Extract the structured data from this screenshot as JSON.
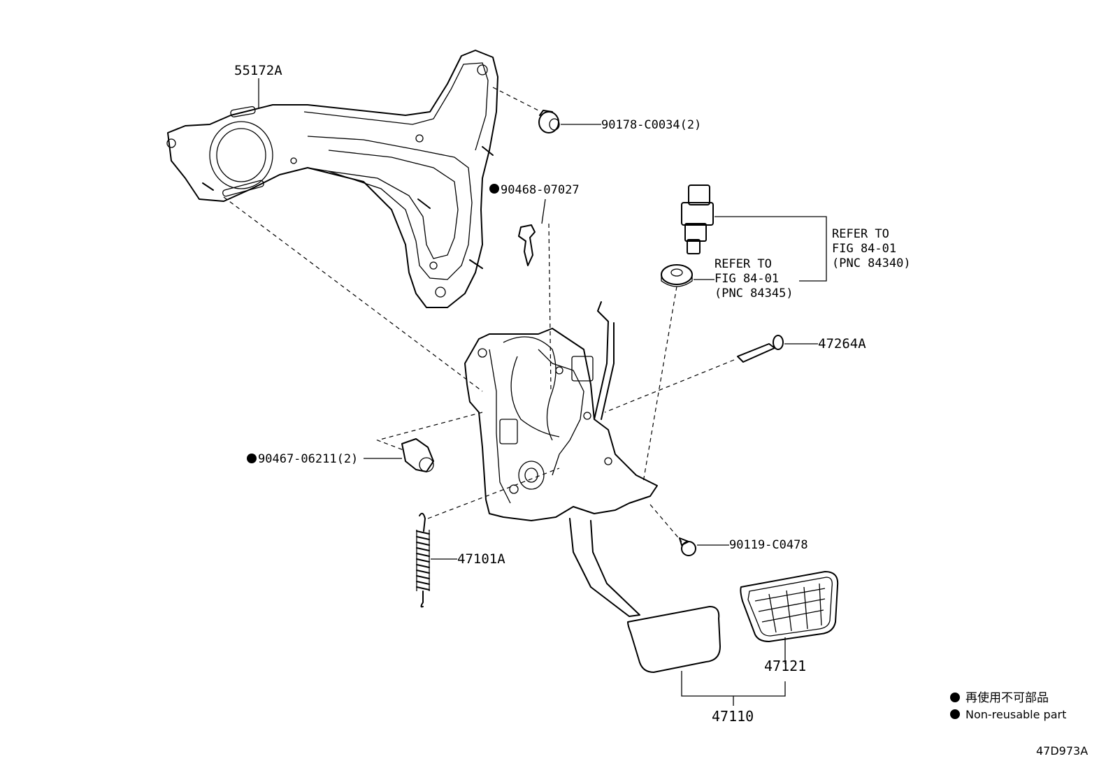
{
  "labels": {
    "bracket": "55172A",
    "nut_top": "90178-C0034(2)",
    "clip_top": "90468-07027",
    "switch_refer_1": "REFER TO",
    "switch_refer_2": "FIG 84-01",
    "switch_refer_3": "(PNC 84340)",
    "ring_refer_1": "REFER TO",
    "ring_refer_2": "FIG 84-01",
    "ring_refer_3": "(PNC 84345)",
    "pin": "47264A",
    "clip_left": "90467-06211(2)",
    "spring": "47101A",
    "bolt": "90119-C0478",
    "pad": "47121",
    "pedal_assy": "47110"
  },
  "legend": {
    "jp": "再使用不可部品",
    "en": "Non-reusable part"
  },
  "figure_code": "47D973A"
}
